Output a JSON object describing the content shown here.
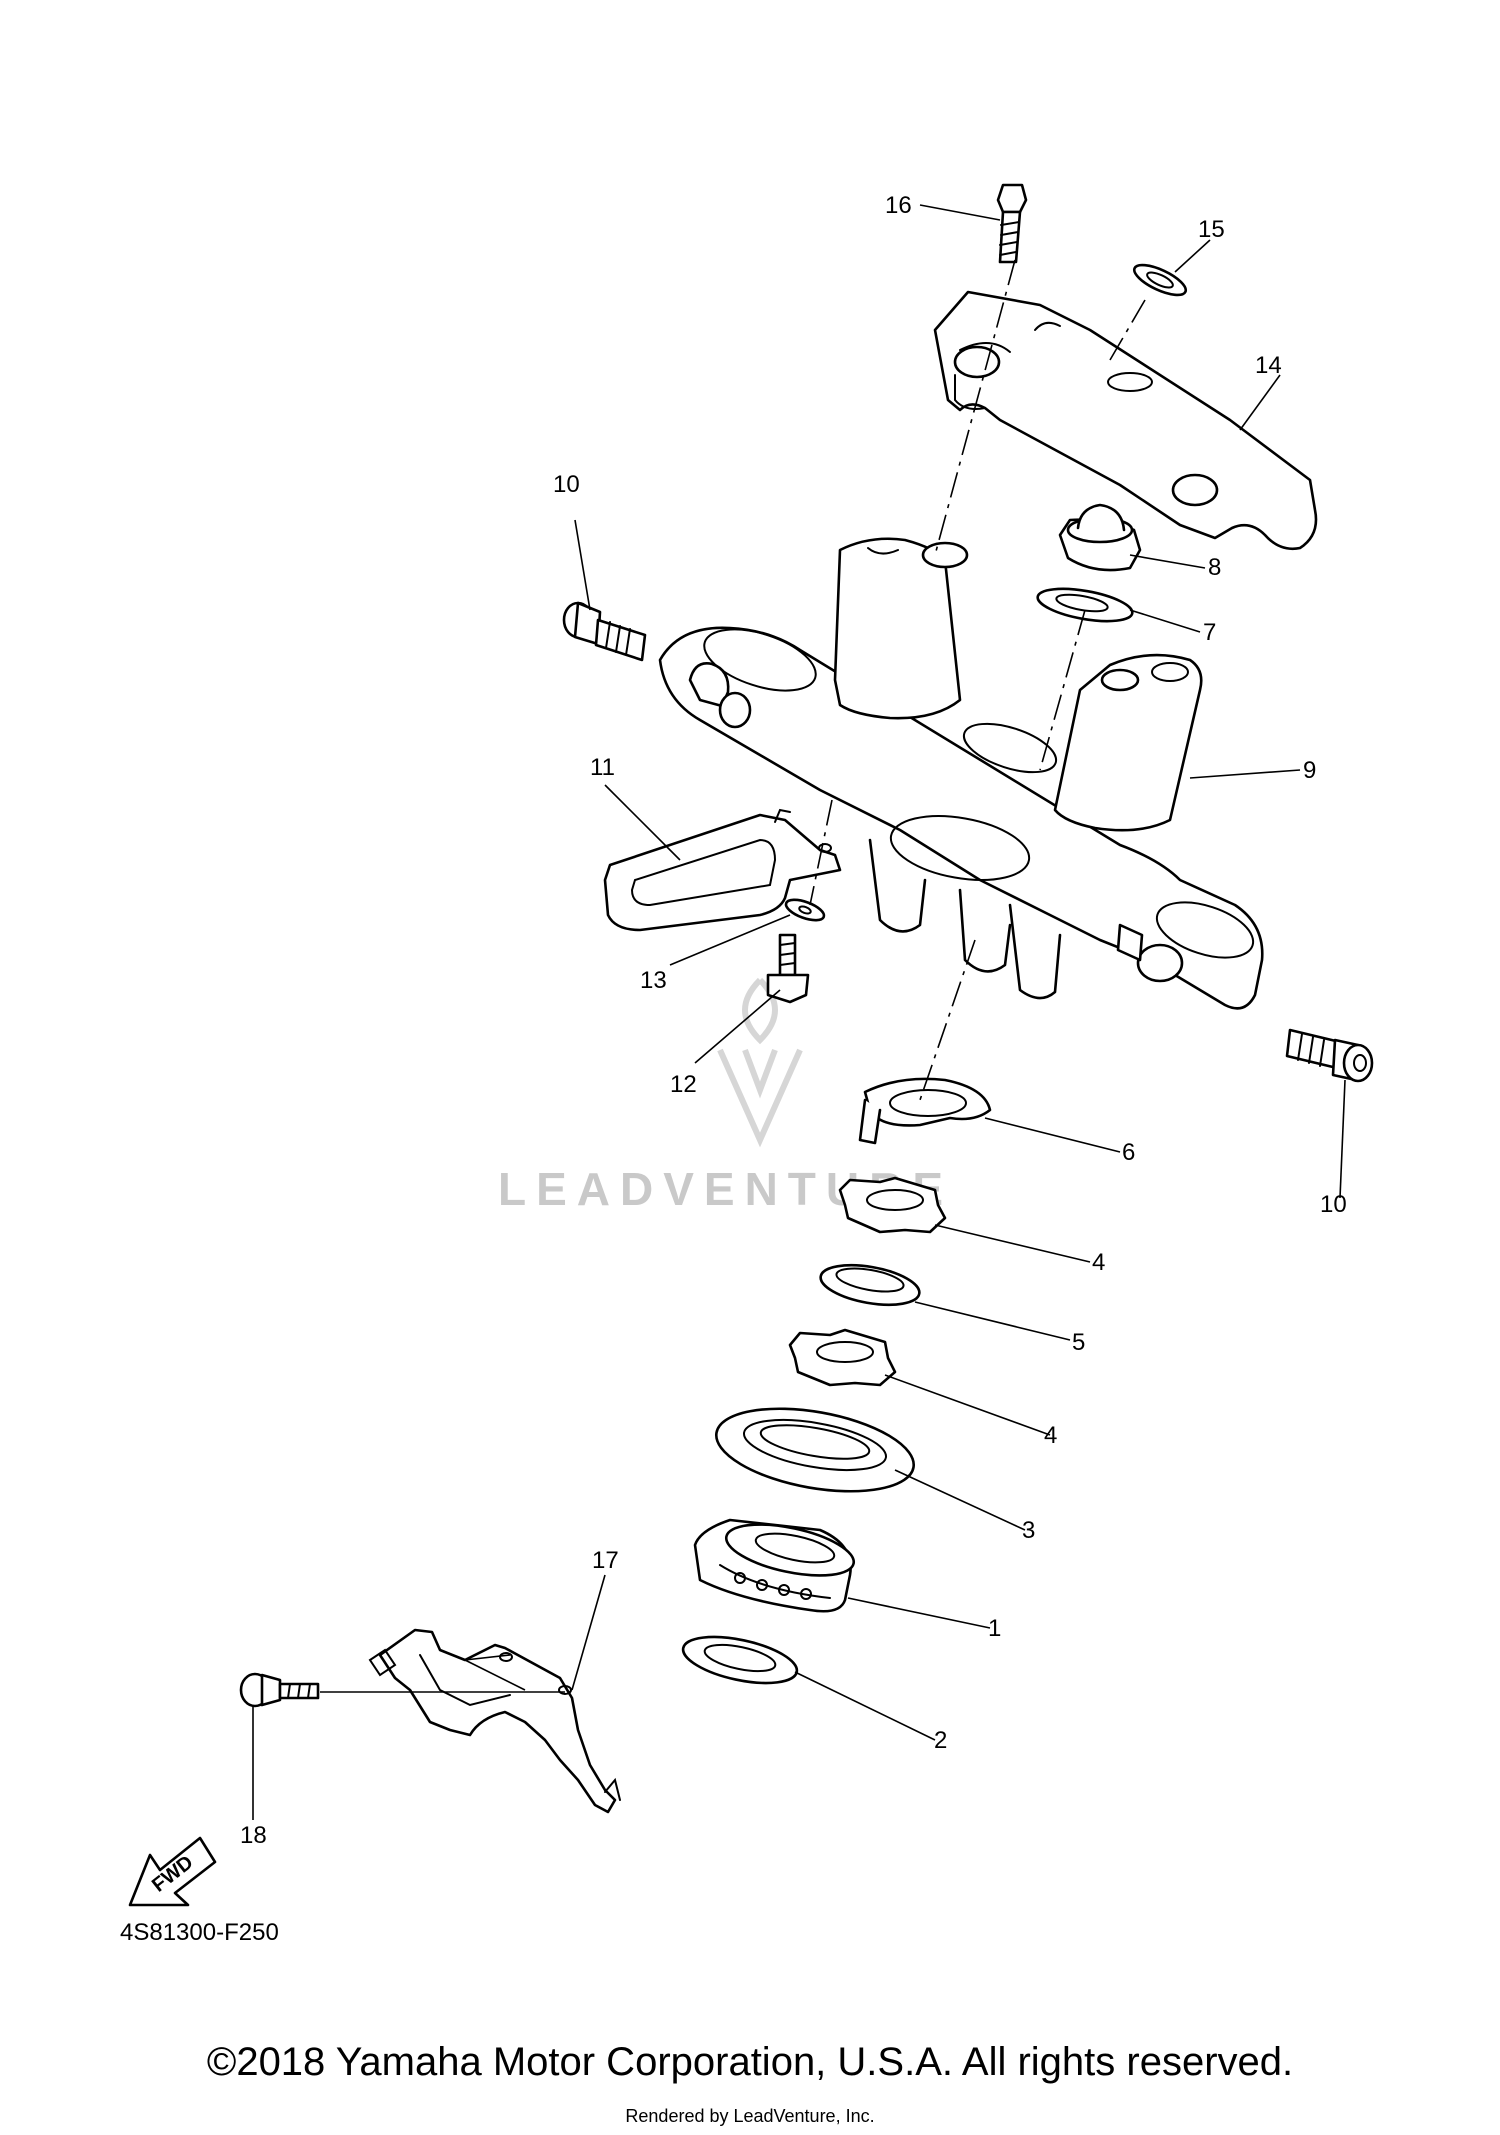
{
  "callouts": {
    "c1": "1",
    "c2": "2",
    "c3": "3",
    "c4a": "4",
    "c4b": "4",
    "c5": "5",
    "c6": "6",
    "c7": "7",
    "c8": "8",
    "c9": "9",
    "c10a": "10",
    "c10b": "10",
    "c11": "11",
    "c12": "12",
    "c13": "13",
    "c14": "14",
    "c15": "15",
    "c16": "16",
    "c17": "17",
    "c18": "18"
  },
  "fwd_label": "FWD",
  "diagram_code": "4S81300-F250",
  "watermark": {
    "text": "LEADVENTURE"
  },
  "footer": {
    "copyright": "©2018 Yamaha Motor Corporation, U.S.A. All rights reserved.",
    "rendered_by": "Rendered by LeadVenture, Inc."
  }
}
